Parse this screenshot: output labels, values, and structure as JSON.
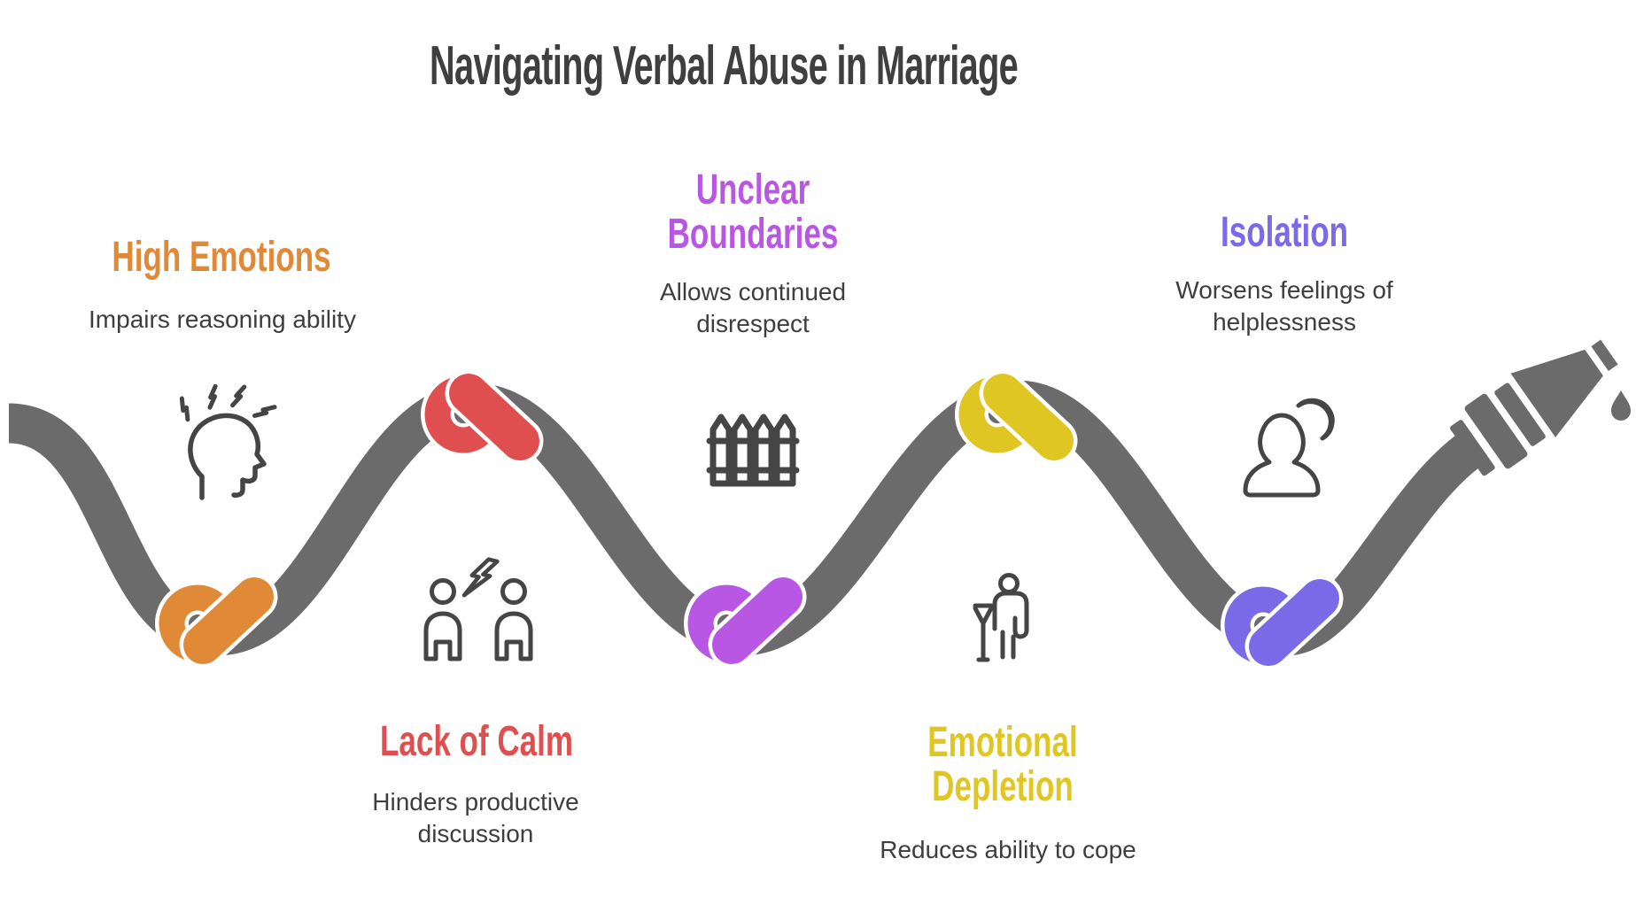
{
  "title": "Navigating Verbal Abuse in Marriage",
  "theme": {
    "background": "#FFFFFF",
    "rope_color": "#6B6B6B",
    "icon_color": "#454545",
    "title_color": "#3F3F3F",
    "description_color": "#3E3E3E"
  },
  "stages": [
    {
      "label": "High Emotions",
      "description": "Impairs reasoning ability",
      "color": "#E08A38",
      "icon": "stressed-head-icon",
      "knot": "orange-knot"
    },
    {
      "label": "Lack of Calm",
      "description": "Hinders productive discussion",
      "color": "#E04F4F",
      "icon": "conflict-icon",
      "knot": "red-knot"
    },
    {
      "label": "Unclear Boundaries",
      "description": "Allows continued disrespect",
      "color": "#B857E3",
      "icon": "fence-icon",
      "knot": "purple-knot"
    },
    {
      "label": "Emotional Depletion",
      "description": "Reduces ability to cope",
      "color": "#E0C622",
      "icon": "crutch-person-icon",
      "knot": "yellow-knot"
    },
    {
      "label": "Isolation",
      "description": "Worsens feelings of helplessness",
      "color": "#7A6AE8",
      "icon": "person-moon-icon",
      "knot": "violet-knot"
    }
  ],
  "end_marker": "dripping-nozzle"
}
